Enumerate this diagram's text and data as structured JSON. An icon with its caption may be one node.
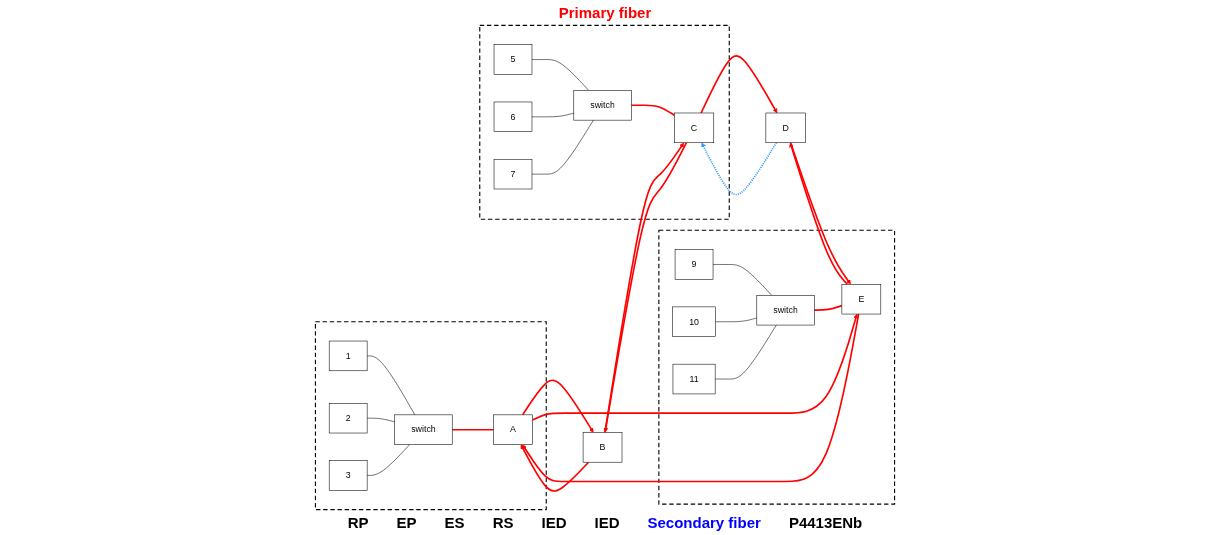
{
  "diagram": {
    "nodes": [
      {
        "text": [],
        "shape": "box"
      },
      {
        "text": [
          "1"
        ],
        "in": 0
      },
      {
        "text": [
          "2"
        ],
        "in": 0
      },
      {
        "text": [
          "3"
        ],
        "in": 0
      },
      {
        "text": [
          "switch"
        ],
        "in": 0
      },
      {
        "text": [
          "A"
        ],
        "in": 0
      },
      {
        "text": [
          "B"
        ]
      },
      {
        "text": [],
        "shape": "box"
      },
      {
        "text": [
          "5"
        ],
        "in": 7
      },
      {
        "text": [
          "6"
        ],
        "in": 7
      },
      {
        "text": [
          "7"
        ],
        "in": 7
      },
      {
        "text": [
          "switch"
        ],
        "in": 7
      },
      {
        "text": [
          "C"
        ],
        "in": 7
      },
      {
        "text": [
          "D"
        ]
      },
      {
        "text": [],
        "shape": "box"
      },
      {
        "text": [
          "9"
        ],
        "in": 14
      },
      {
        "text": [
          "10"
        ],
        "in": 14
      },
      {
        "text": [
          "11"
        ],
        "in": 14
      },
      {
        "text": [
          "switch"
        ],
        "in": 14
      },
      {
        "text": [
          "E"
        ],
        "in": 14
      }
    ],
    "edges": [
      {
        "from": 1,
        "to": 4,
        "arrow": "none",
        "color": "#000000"
      },
      {
        "from": 2,
        "to": 4,
        "arrow": "none",
        "color": "#000000"
      },
      {
        "from": 3,
        "to": 4,
        "arrow": "none",
        "color": "#000000"
      },
      {
        "from": 4,
        "to": 5,
        "arrow": "none"
      },
      {
        "from": 8,
        "to": 11,
        "arrow": "none",
        "color": "#000000"
      },
      {
        "from": 9,
        "to": 11,
        "arrow": "none",
        "color": "#000000"
      },
      {
        "from": 10,
        "to": 11,
        "arrow": "none",
        "color": "#000000"
      },
      {
        "from": 11,
        "to": 12,
        "arrow": "none"
      },
      {
        "from": 15,
        "to": 18,
        "arrow": "none",
        "color": "#000000"
      },
      {
        "from": 16,
        "to": 18,
        "arrow": "none",
        "color": "#000000"
      },
      {
        "from": 17,
        "to": 18,
        "arrow": "none",
        "color": "#000000"
      },
      {
        "from": 18,
        "to": 19,
        "arrow": "none"
      },
      {
        "from": 19,
        "to": 5,
        "arrow": "to"
      },
      {
        "from": 5,
        "to": 6,
        "arrow": "to"
      },
      {
        "from": 6,
        "to": 12,
        "arrow": "to"
      },
      {
        "from": 12,
        "to": 6,
        "arrow": "to"
      },
      {
        "from": 6,
        "to": 5,
        "arrow": "to"
      },
      {
        "from": 5,
        "to": 19,
        "arrow": "to"
      },
      {
        "from": 12,
        "to": 13,
        "arrow": "to"
      },
      {
        "from": 13,
        "to": 19,
        "arrow": "to"
      },
      {
        "from": 19,
        "to": 13,
        "arrow": "to"
      },
      {
        "from": 13,
        "to": 12,
        "arrow": "to",
        "style": "dashed",
        "color": "#3399ff"
      }
    ],
    "labels": [
      "Primary fiber",
      "RP",
      "EP",
      "ES",
      "RS",
      "IED",
      "IED",
      "Secondary fiber",
      "P4413ENb"
    ]
  }
}
